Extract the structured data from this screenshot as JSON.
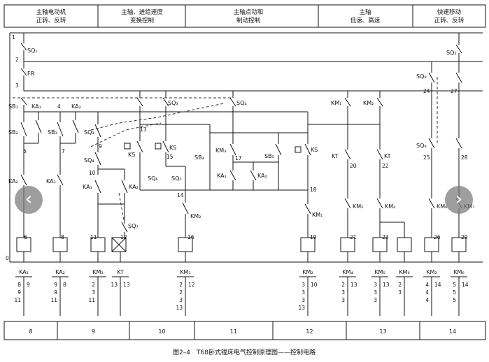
{
  "header": {
    "columns": [
      {
        "line1": "主轴电动机",
        "line2": "正转、反转"
      },
      {
        "line1": "主轴、进给速度",
        "line2": "变换控制"
      },
      {
        "line1": "主轴点动和",
        "line2": "制动控制"
      },
      {
        "line1": "主轴",
        "line2": "低速、高速"
      },
      {
        "line1": "快速移动",
        "line2": "正转、反转"
      }
    ]
  },
  "wire_numbers": [
    "1",
    "2",
    "3",
    "4",
    "5",
    "7",
    "9",
    "10",
    "12",
    "13",
    "14",
    "15",
    "16",
    "17",
    "18",
    "19",
    "20",
    "21",
    "22",
    "23",
    "24",
    "25",
    "26",
    "27",
    "28",
    "29",
    "6",
    "8",
    "11",
    "0"
  ],
  "components": {
    "sq1": "SQ₁",
    "sq2": "SQ₂",
    "fr": "FR",
    "sb1": "SB₁",
    "ka1": "KA₁",
    "ka2": "KA₂",
    "sq3": "SQ₃",
    "sq4": "SQ₄",
    "sb2": "SB₂",
    "sb3": "SB₃",
    "sq3b": "SQ₃",
    "sq4b": "SQ₄",
    "ks1": "KS",
    "ks2": "KS",
    "sb4": "SB₄",
    "km3": "KM₃",
    "sb5": "SB₅",
    "ks3": "KS",
    "km1a": "KM₁",
    "km2a": "KM₂",
    "sq6": "SQ₆",
    "sq8": "SQ₈",
    "ka2b": "KA₂",
    "ka1b": "KA₁",
    "ka1c": "KA₁",
    "ka2c": "KA₂",
    "ka1d": "KA₁",
    "ka2d": "KA₂",
    "sq5": "SQ₅",
    "sq7": "SQ₇",
    "km2b": "KM₂",
    "km1b": "KM₁",
    "kt1": "KT",
    "kt2": "KT",
    "km5a": "KM₅",
    "km4a": "KM₄",
    "sq9": "SQ₉",
    "km6a": "KM₆",
    "km7a": "KM₇"
  },
  "bottom": {
    "names": [
      "KA₁",
      "KA₂",
      "KM₃",
      "KT",
      "KM₁",
      "KM₂",
      "KM₄",
      "KM₅",
      "KM₆",
      "KM₂",
      "KM₆"
    ],
    "left_rows": [
      [
        "8",
        "9",
        "11"
      ],
      [
        "9",
        "9",
        "11"
      ],
      [
        "2",
        "3",
        "11"
      ],
      [
        "13"
      ],
      [
        "2",
        "2",
        "3",
        "13"
      ],
      [
        "3",
        "3",
        "3",
        "13"
      ],
      [
        "2",
        "3",
        "3"
      ],
      [
        "3",
        "3",
        "3"
      ],
      [
        "2",
        "3"
      ],
      [
        "4",
        "4",
        "4"
      ],
      [
        "5",
        "5",
        "5"
      ]
    ],
    "right_rows": [
      [
        "9"
      ],
      [
        "8"
      ],
      [
        ""
      ],
      [
        "13"
      ],
      [
        "12"
      ],
      [
        "10"
      ],
      [
        "13"
      ],
      [
        "13"
      ],
      [
        ""
      ],
      [
        "14"
      ],
      [
        "14"
      ]
    ]
  },
  "zones": [
    "8",
    "9",
    "10",
    "11",
    "12",
    "13",
    "14"
  ],
  "caption": "图2–4　T68卧式镗床电气控制原理图——控制电路",
  "nav": {
    "prev": "‹",
    "next": "›"
  }
}
